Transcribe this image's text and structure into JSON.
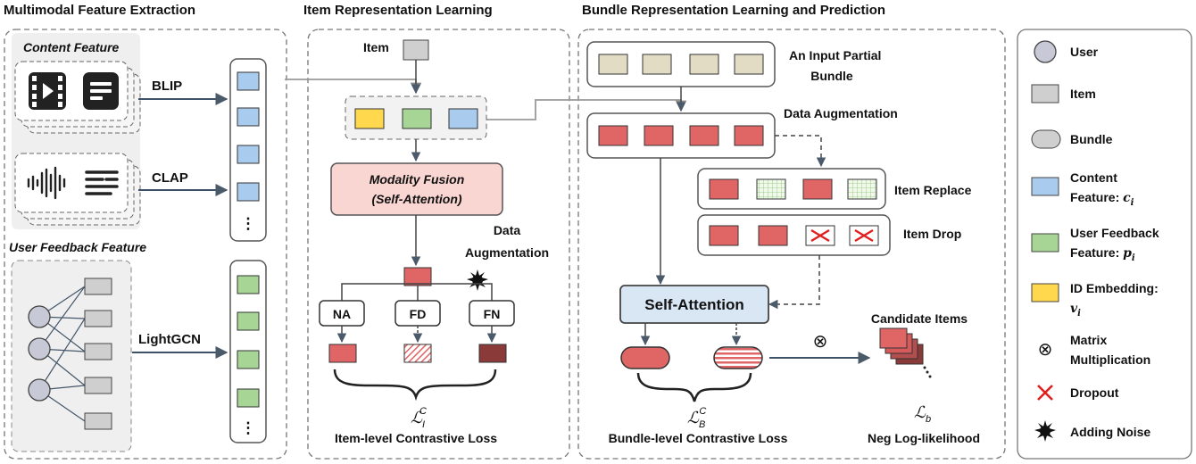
{
  "sections": {
    "extraction": "Multimodal Feature Extraction",
    "item_repr": "Item Representation Learning",
    "bundle_repr": "Bundle Representation Learning and Prediction"
  },
  "extraction": {
    "content_feature": "Content Feature",
    "blip": "BLIP",
    "clap": "CLAP",
    "user_feedback_feature": "User Feedback Feature",
    "lightgcn": "LightGCN",
    "ellipsis": "⋮"
  },
  "item": {
    "item_label": "Item",
    "fusion_line1": "Modality Fusion",
    "fusion_line2": "(Self-Attention)",
    "data_aug_line1": "Data",
    "data_aug_line2": "Augmentation",
    "na": "NA",
    "fd": "FD",
    "fn": "FN",
    "loss_symbol_base": "ℒ",
    "loss_symbol_sub": "I",
    "loss_symbol_sup": "C",
    "loss_label": "Item-level Contrastive Loss"
  },
  "bundle": {
    "input_line1": "An Input Partial",
    "input_line2": "Bundle",
    "data_augmentation": "Data Augmentation",
    "item_replace": "Item Replace",
    "item_drop": "Item Drop",
    "self_attention": "Self-Attention",
    "candidate_items": "Candidate Items",
    "otimes": "⊗",
    "loss_b_base": "ℒ",
    "loss_b_sub": "B",
    "loss_b_sup": "C",
    "loss_b_label": "Bundle-level Contrastive Loss",
    "loss_nll_base": "ℒ",
    "loss_nll_sub": "b",
    "loss_nll_label": "Neg Log-likelihood"
  },
  "legend": {
    "user": "User",
    "item": "Item",
    "bundle": "Bundle",
    "content_line1": "Content",
    "content_line2": "Feature: ",
    "content_var": "c",
    "content_sub": "i",
    "feedback_line1": "User Feedback",
    "feedback_line2": "Feature: ",
    "feedback_var": "p",
    "feedback_sub": "i",
    "id_line1": "ID Embedding:",
    "id_var": "v",
    "id_sub": "i",
    "matrix_line1": "Matrix",
    "matrix_line2": "Multiplication",
    "dropout": "Dropout",
    "noise": "Adding Noise",
    "otimes": "⊗",
    "cross": "✕"
  },
  "colors": {
    "blue": "#A9CCEE",
    "green": "#A7D595",
    "yellow": "#FFD84D",
    "red": "#E06666",
    "dark_red": "#8B3A3A",
    "gray": "#CFCFCF",
    "beige": "#E2DCC5",
    "fusion_fill": "#F9D6D2",
    "attention_fill": "#D9E7F5",
    "stroke": "#444444",
    "cross": "#E02020"
  }
}
